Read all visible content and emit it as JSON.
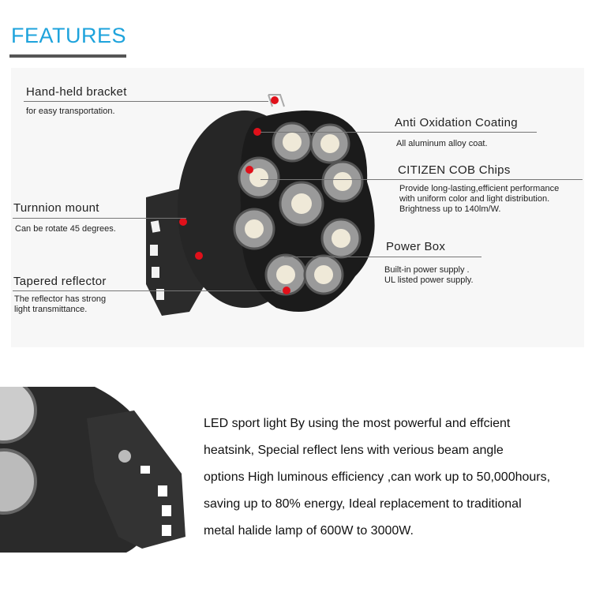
{
  "header": {
    "title": "FEATURES"
  },
  "features": [
    {
      "title": "Hand-held bracket",
      "lines": [
        "for easy transportation."
      ]
    },
    {
      "title": "Anti Oxidation Coating",
      "lines": [
        "All aluminum alloy  coat."
      ]
    },
    {
      "title": "CITIZEN COB Chips",
      "lines": [
        "Provide long-lasting,efficient performance",
        "with uniform color and light distribution.",
        "Brightness up to 140lm/W."
      ]
    },
    {
      "title": "Turnnion mount",
      "lines": [
        "Can be rotate 45 degrees."
      ]
    },
    {
      "title": "Power Box",
      "lines": [
        "Built-in power supply .",
        "UL listed power supply."
      ]
    },
    {
      "title": "Tapered reflector",
      "lines": [
        "The reflector has strong",
        "light transmittance."
      ]
    }
  ],
  "description": {
    "lines": [
      "LED sport light By using the most powerful and effcient",
      "heatsink, Special reflect lens with verious beam angle",
      "options High luminous efficiency ,can work up to 50,000hours,",
      "saving up to 80% energy, Ideal replacement to traditional",
      "metal halide lamp of 600W to 3000W."
    ]
  },
  "colors": {
    "accent": "#1ea3dc",
    "marker": "#e0101a"
  }
}
